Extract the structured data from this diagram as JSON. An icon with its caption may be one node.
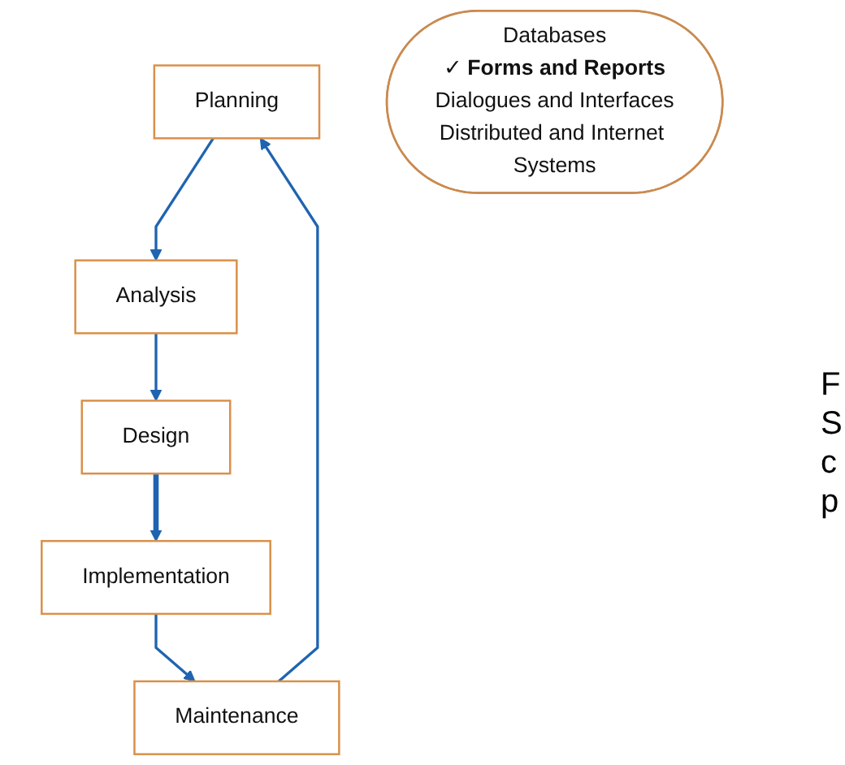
{
  "diagram": {
    "nodes": [
      {
        "text": [
          "Planning"
        ]
      },
      {
        "text": [
          "Analysis"
        ]
      },
      {
        "text": [
          "Design"
        ]
      },
      {
        "text": [
          "Implementation"
        ]
      },
      {
        "text": [
          "Maintenance"
        ]
      },
      {
        "text": [
          "Databases",
          "✓ **Forms and Reports**",
          "Dialogues and Interfaces",
          "Distributed and Internet Systems"
        ]
      }
    ],
    "edges": [
      {
        "from": 0,
        "to": 1,
        "arrow": "to"
      },
      {
        "from": 1,
        "to": 2,
        "arrow": "to"
      },
      {
        "from": 2,
        "to": 3,
        "arrow": "to",
        "style": "thick"
      },
      {
        "from": 3,
        "to": 4,
        "arrow": "to"
      },
      {
        "from": 4,
        "to": 0,
        "arrow": "to"
      }
    ],
    "labels": [
      "F",
      "S",
      "c",
      "p"
    ]
  }
}
